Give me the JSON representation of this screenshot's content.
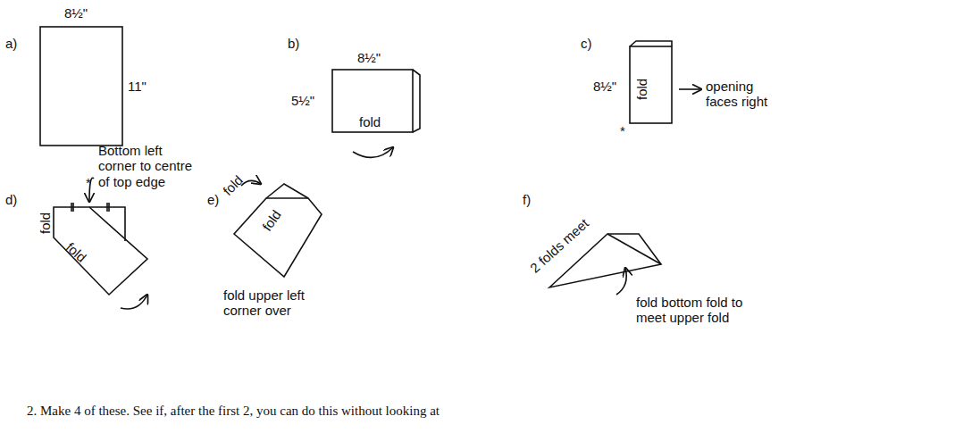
{
  "diagram": {
    "labels": [
      "a)",
      "8½\"",
      "11\"",
      "b)",
      "8½\"",
      "5½\"",
      "fold",
      "c)",
      "8½\"",
      "fold",
      "opening faces right",
      "*",
      "d)",
      "Bottom left corner to centre of top edge",
      "*",
      "fold",
      "fold",
      "e)",
      "fold",
      "fold",
      "fold upper left corner over",
      "f)",
      "2 folds meet",
      "fold bottom fold to meet upper fold",
      "2. Make 4 of these. See if, after the first 2, you can do this without looking at"
    ]
  }
}
